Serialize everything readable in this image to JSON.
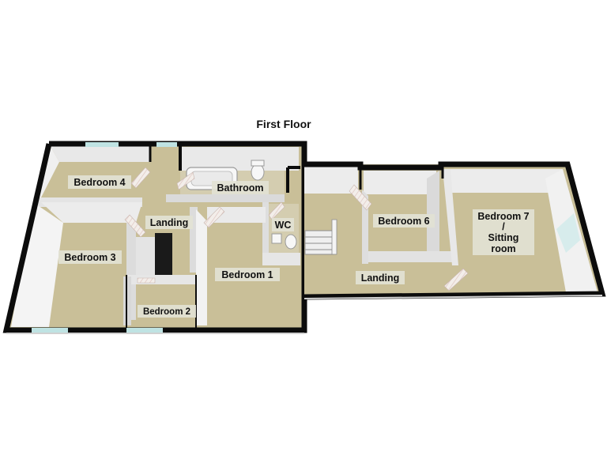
{
  "floor": {
    "title": "First Floor"
  },
  "rooms": {
    "bedroom_4": "Bedroom 4",
    "bathroom": "Bathroom",
    "landing_left": "Landing",
    "wc": "WC",
    "bedroom_3": "Bedroom 3",
    "bedroom_1": "Bedroom 1",
    "bedroom_2": "Bedroom 2",
    "bedroom_6": "Bedroom 6",
    "landing_right": "Landing",
    "bedroom_7_line1": "Bedroom 7",
    "bedroom_7_line2": "/",
    "bedroom_7_line3": "Sitting",
    "bedroom_7_line4": "room"
  },
  "colors": {
    "floor": "#c9bf98",
    "wall_top": "#0c0c0c",
    "wall_inner": "#e6e6e6",
    "wall_shadow": "#bdbdbd",
    "window": "#bfe3e3",
    "door": "#f1ebe6"
  }
}
